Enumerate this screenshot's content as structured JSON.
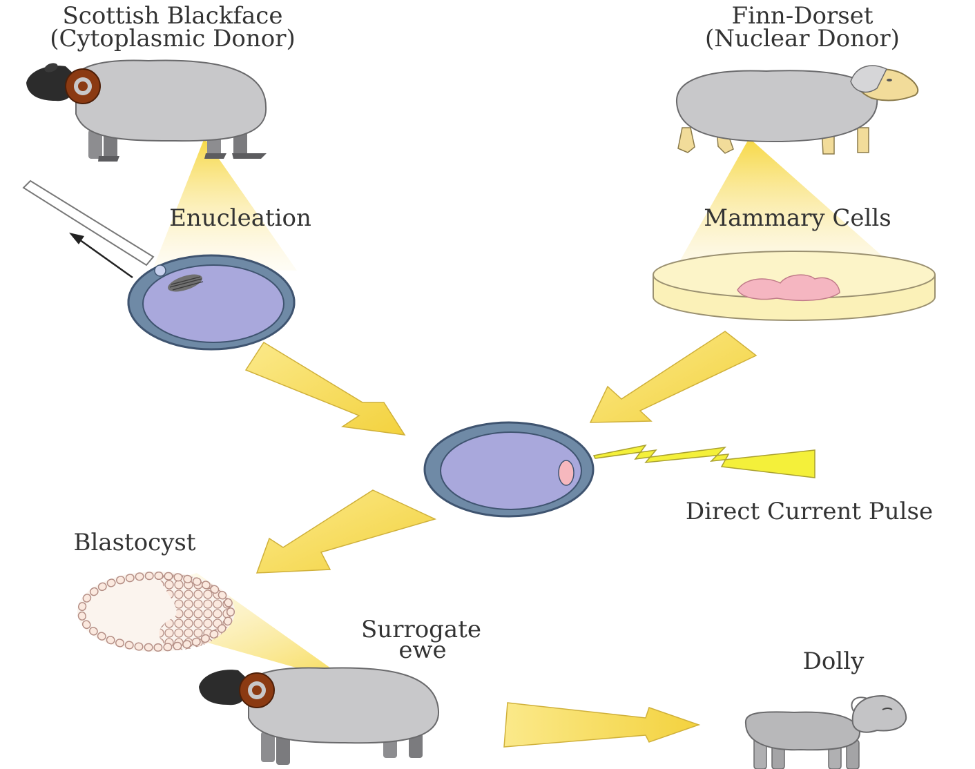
{
  "labels": {
    "cytoplasmic_donor_breed": "Scottish Blackface",
    "cytoplasmic_donor_role": "(Cytoplasmic Donor)",
    "nuclear_donor_breed": "Finn-Dorset",
    "nuclear_donor_role": "(Nuclear Donor)",
    "enucleation": "Enucleation",
    "mammary_cells": "Mammary Cells",
    "direct_current_pulse": "Direct Current Pulse",
    "blastocyst": "Blastocyst",
    "surrogate_line1": "Surrogate",
    "surrogate_line2": "ewe",
    "dolly": "Dolly"
  },
  "colors": {
    "arrow_yellow": "#f7dc5a",
    "beam_yellow": "#f9e27a",
    "egg_cytoplasm": "#a9a8dc",
    "egg_zona": "#6f8aa6",
    "nucleus_pink": "#f6b8be",
    "wool_grey": "#c8c8ca",
    "black_face": "#2c2c2c",
    "horn_brown": "#8b3a12",
    "tan_face": "#f2dc9a",
    "lightning": "#f4f03a"
  },
  "icons": {
    "cytoplasmic_donor": "scottish-blackface-sheep-icon",
    "nuclear_donor": "finn-dorset-sheep-icon",
    "pipette": "micropipette-icon",
    "egg": "enucleated-egg-icon",
    "dish": "petri-dish-icon",
    "fused_cell": "fused-cell-icon",
    "pulse": "lightning-bolt-icon",
    "blastocyst": "blastocyst-icon",
    "surrogate": "surrogate-ewe-icon",
    "dolly": "dolly-lamb-icon"
  }
}
